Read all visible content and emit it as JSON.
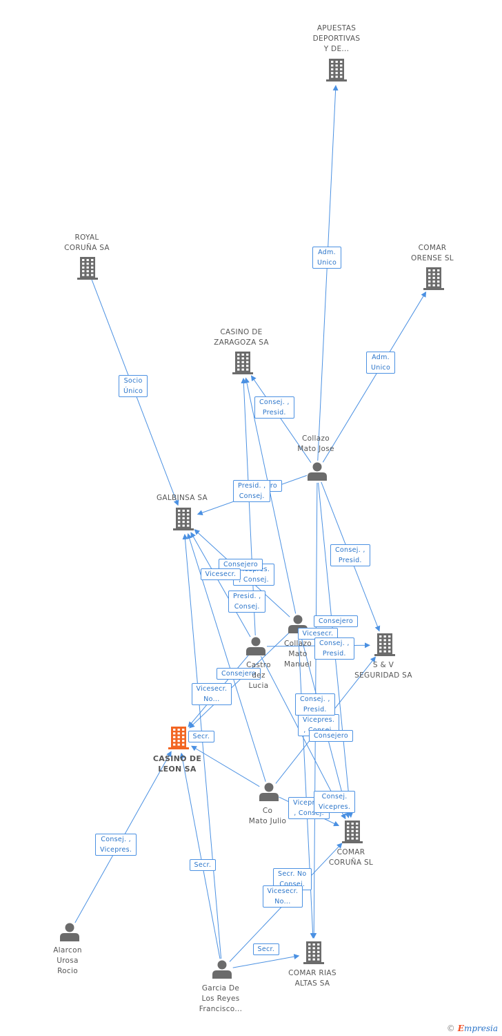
{
  "colors": {
    "edge": "#4a90e2",
    "company": "#6b6b6b",
    "focus_company": "#f26522",
    "person": "#6b6b6b",
    "label": "#555555"
  },
  "nodes": [
    {
      "id": "apuestas",
      "kind": "company",
      "lines": [
        "APUESTAS",
        "DEPORTIVAS",
        "Y DE..."
      ]
    },
    {
      "id": "royal",
      "kind": "company",
      "lines": [
        "ROYAL",
        "CORUÑA SA"
      ]
    },
    {
      "id": "comar_orense",
      "kind": "company",
      "lines": [
        "COMAR",
        "ORENSE SL"
      ]
    },
    {
      "id": "casino_zaragoza",
      "kind": "company",
      "lines": [
        "CASINO DE",
        "ZARAGOZA SA"
      ]
    },
    {
      "id": "collazo_jose",
      "kind": "person",
      "lines": [
        "Collazo",
        "Mato Jose"
      ]
    },
    {
      "id": "galbinsa",
      "kind": "company",
      "lines": [
        "GALBINSA SA"
      ]
    },
    {
      "id": "sv",
      "kind": "company",
      "lines": [
        "S & V",
        "SEGURIDAD SA"
      ]
    },
    {
      "id": "collazo_manuel",
      "kind": "person",
      "lines": [
        "Collazo",
        "Mato",
        "Manuel"
      ]
    },
    {
      "id": "castro",
      "kind": "person",
      "lines": [
        "Castro",
        "dez",
        "Lucia"
      ]
    },
    {
      "id": "casino_leon",
      "kind": "company",
      "focus": true,
      "lines": [
        "CASINO DE",
        "LEON SA"
      ]
    },
    {
      "id": "collazo_julio",
      "kind": "person",
      "lines": [
        "Co",
        "Mato Julio"
      ]
    },
    {
      "id": "comar_coruna",
      "kind": "company",
      "lines": [
        "COMAR",
        "CORUÑA SL"
      ]
    },
    {
      "id": "alarcon",
      "kind": "person",
      "lines": [
        "Alarcon",
        "Urosa",
        "Rocio"
      ]
    },
    {
      "id": "garcia",
      "kind": "person",
      "lines": [
        "Garcia De",
        "Los Reyes",
        "Francisco..."
      ]
    },
    {
      "id": "comar_rias",
      "kind": "company",
      "lines": [
        "COMAR RIAS",
        "ALTAS SA"
      ]
    }
  ],
  "edges": [
    {
      "from": "collazo_jose",
      "to": "apuestas",
      "label": [
        "Adm.",
        "Unico"
      ]
    },
    {
      "from": "collazo_jose",
      "to": "comar_orense",
      "label": [
        "Adm.",
        "Unico"
      ]
    },
    {
      "from": "royal",
      "to": "galbinsa",
      "label": [
        "Socio",
        "Único"
      ]
    },
    {
      "from": "collazo_jose",
      "to": "casino_zaragoza",
      "label": [
        "Consej. ,",
        "Presid."
      ]
    },
    {
      "from": "collazo_jose",
      "to": "galbinsa",
      "label": [
        "Consejero"
      ]
    },
    {
      "from": "collazo_jose",
      "to": "sv",
      "label": [
        "Consej. ,",
        "Presid."
      ]
    },
    {
      "from": "collazo_manuel",
      "to": "casino_zaragoza",
      "label": [
        "Presid. ,",
        "Consej."
      ]
    },
    {
      "from": "collazo_manuel",
      "to": "galbinsa",
      "label": [
        "Vicepres.",
        ", Consej."
      ]
    },
    {
      "from": "castro",
      "to": "galbinsa",
      "label": [
        "Consejero"
      ]
    },
    {
      "from": "castro",
      "to": "casino_zaragoza",
      "label": [
        "Presid. ,",
        "Consej."
      ]
    },
    {
      "from": "castro",
      "to": "sv",
      "label": [
        "Consejero"
      ]
    },
    {
      "from": "castro",
      "to": "casino_leon",
      "label": [
        "Consejero"
      ]
    },
    {
      "from": "collazo_julio",
      "to": "galbinsa",
      "label": [
        "Vicesecr."
      ]
    },
    {
      "from": "collazo_julio",
      "to": "sv",
      "label": [
        "Vicesecr."
      ]
    },
    {
      "from": "collazo_julio",
      "to": "casino_leon",
      "label": [
        "Vicesecr.",
        "No..."
      ]
    },
    {
      "from": "collazo_jose",
      "to": "comar_coruna",
      "label": [
        "Consej. ,",
        "Presid."
      ]
    },
    {
      "from": "collazo_manuel",
      "to": "comar_coruna",
      "label": [
        "Vicepres.",
        ", Consej."
      ]
    },
    {
      "from": "collazo_julio",
      "to": "comar_coruna",
      "label": [
        "Vicepres.",
        ", Consej."
      ]
    },
    {
      "from": "castro",
      "to": "comar_coruna",
      "label": [
        "Consejero"
      ]
    },
    {
      "from": "collazo_jose",
      "to": "comar_rias",
      "label": [
        "Consej. ,",
        "Presid."
      ]
    },
    {
      "from": "collazo_manuel",
      "to": "comar_rias",
      "label": [
        "Consej.",
        "Vicepres."
      ]
    },
    {
      "from": "garcia",
      "to": "casino_leon",
      "label": [
        "Secr. No",
        "Consej."
      ]
    },
    {
      "from": "garcia",
      "to": "galbinsa",
      "label": [
        "Secr."
      ]
    },
    {
      "from": "garcia",
      "to": "comar_rias",
      "label": [
        "Secr."
      ]
    },
    {
      "from": "garcia",
      "to": "comar_coruna",
      "label": [
        "Secr."
      ]
    },
    {
      "from": "alarcon",
      "to": "casino_leon",
      "label": [
        "Vicesecr.",
        "No..."
      ]
    },
    {
      "from": "collazo_manuel",
      "to": "casino_leon",
      "label": [
        "Consej. ,",
        "Vicepres."
      ]
    }
  ],
  "brand": {
    "symbol": "©",
    "text": "mpresia",
    "initial": "E"
  }
}
